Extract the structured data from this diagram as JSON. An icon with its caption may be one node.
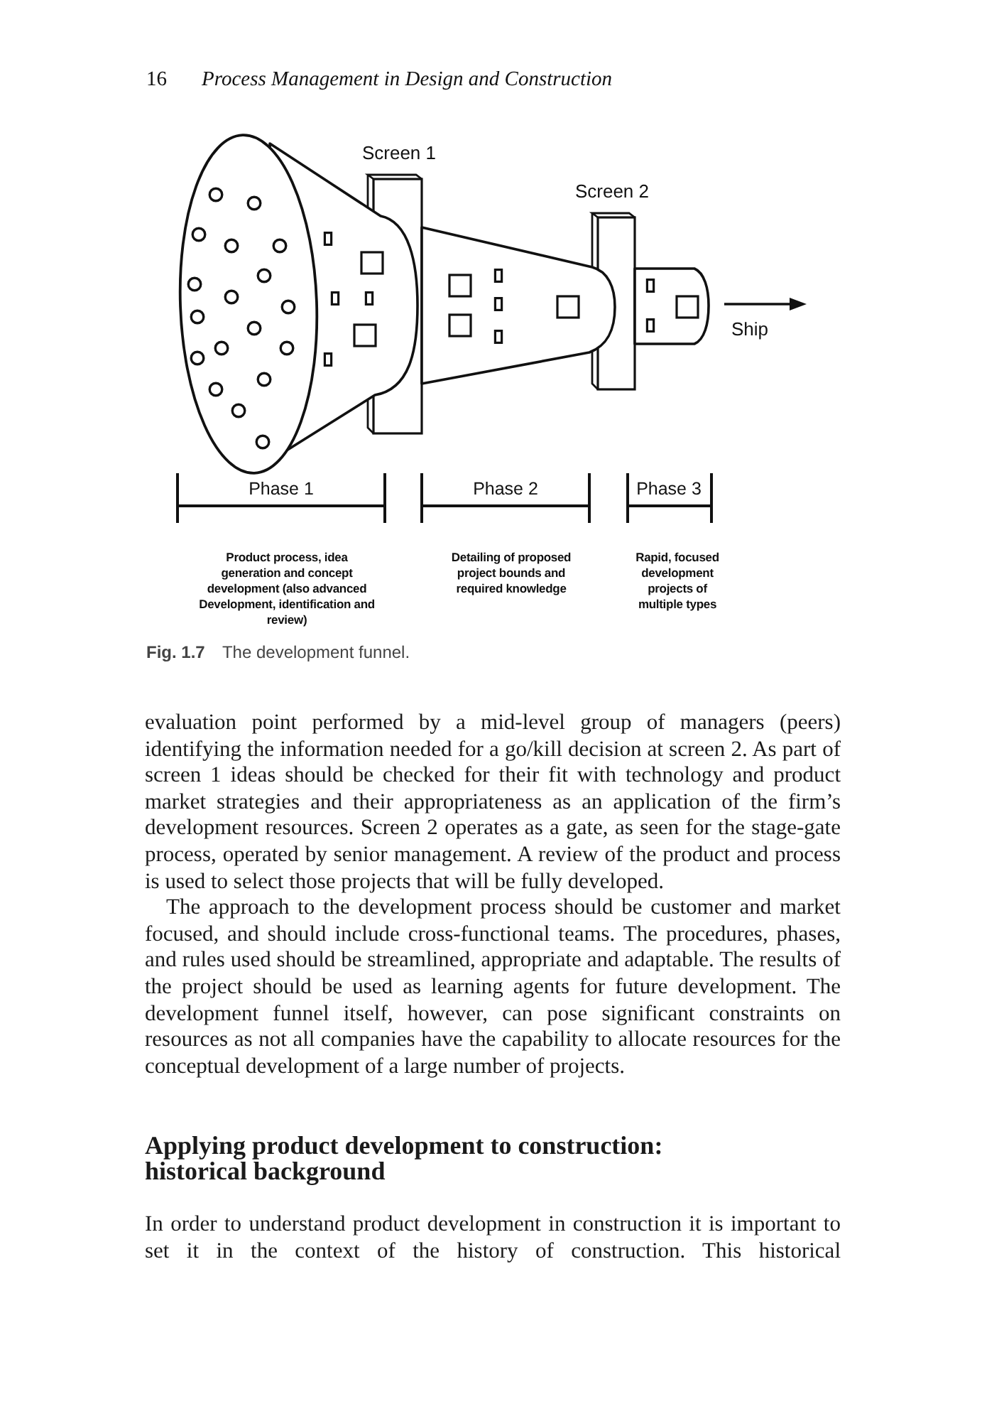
{
  "diagram": {
    "caption": "**Fig. 1.7** The development funnel.",
    "nodes": [
      {
        "text": [
          "Screen 1"
        ]
      },
      {
        "text": [
          "Screen 2"
        ]
      }
    ],
    "labels": [
      "16",
      "Process Management in Design and Construction",
      "Ship",
      "Phase 1",
      "Phase 2",
      "Phase 3",
      "Product process, idea generation and concept development (also advanced Development, identification and review)",
      "Detailing of proposed project bounds and required knowledge",
      "Rapid, focused development projects of multiple types",
      "evaluation point performed by a mid-level group of managers (peers) identifying the information needed for a go/kill decision at screen 2. As part of screen 1 ideas should be checked for their fit with technology and product market strategies and their appropriateness as an application of the firm’s development resources. Screen 2 operates as a gate, as seen for the stage-gate process, operated by senior management. A review of the product and process is used to select those projects that will be fully developed.",
      "The approach to the development process should be customer and market focused, and should include cross-functional teams. The procedures, phases, and rules used should be streamlined, appropriate and adaptable. The results of the project should be used as learning agents for future development. The development funnel itself, however, can pose significant constraints on resources as not all companies have the capability to allocate resources for the conceptual development of a large number of projects.",
      "Applying product development to construction: historical background",
      "In order to understand product development in construction it is important to set it in the context of the history of construction. This historical"
    ]
  }
}
